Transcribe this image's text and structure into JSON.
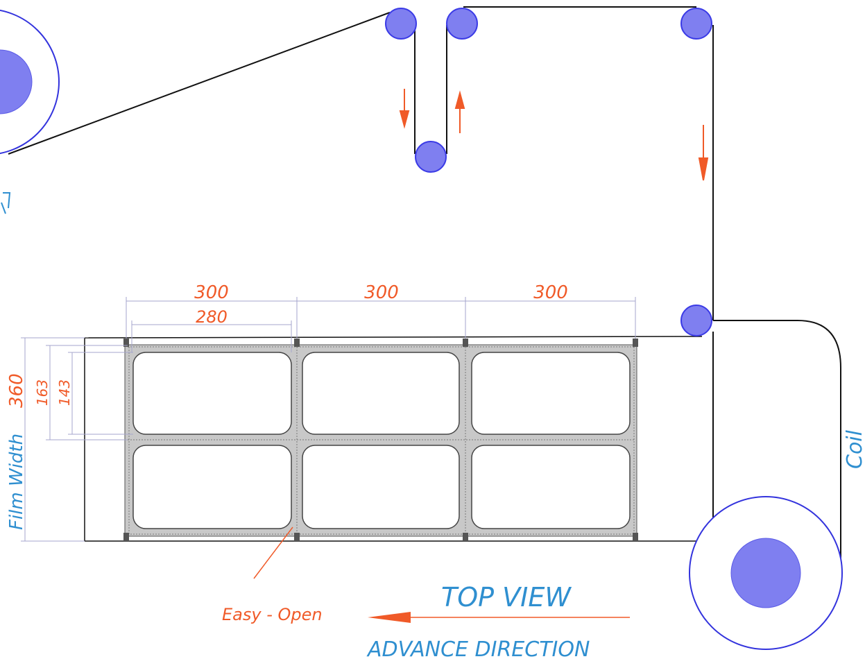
{
  "labels": {
    "top_view": "TOP VIEW",
    "advance_direction": "ADVANCE DIRECTION",
    "easy_open": "Easy - Open",
    "coil": "Coil",
    "film_width_label": "Film Width",
    "film_width_value": "360"
  },
  "dimensions": {
    "pitch_1": "300",
    "pitch_2": "300",
    "pitch_3": "300",
    "cavity_width": "280",
    "cavity_pitch": "163",
    "cavity_height": "143"
  },
  "colors": {
    "annotation_blue": "#2f8fd0",
    "annotation_red": "#f05a28",
    "roller_blue": "#7f7ff0"
  }
}
